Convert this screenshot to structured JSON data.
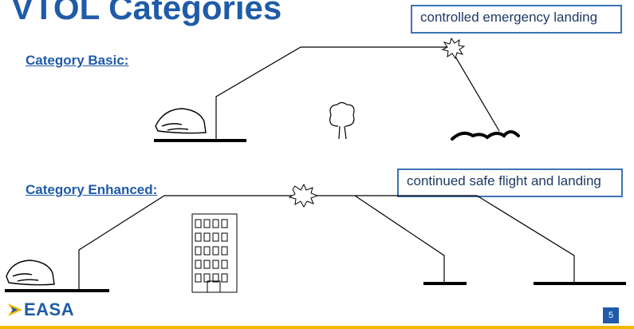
{
  "slide": {
    "title": "VTOL Categories",
    "page_number": "5",
    "logo_text": "EASA"
  },
  "categories": [
    {
      "label": "Category Basic:",
      "callout": "controlled emergency landing"
    },
    {
      "label": "Category Enhanced:",
      "callout": "continued safe flight and landing"
    }
  ],
  "colors": {
    "title": "#1f5ba8",
    "callout_border": "#3c74b3",
    "footer_bar": "#f2b705",
    "logo_arrow": "#f2b705"
  },
  "icons": [
    "vtol-aircraft-icon",
    "tree-icon",
    "building-icon",
    "failure-burst-icon",
    "landing-pad-icon",
    "rough-terrain-icon"
  ]
}
